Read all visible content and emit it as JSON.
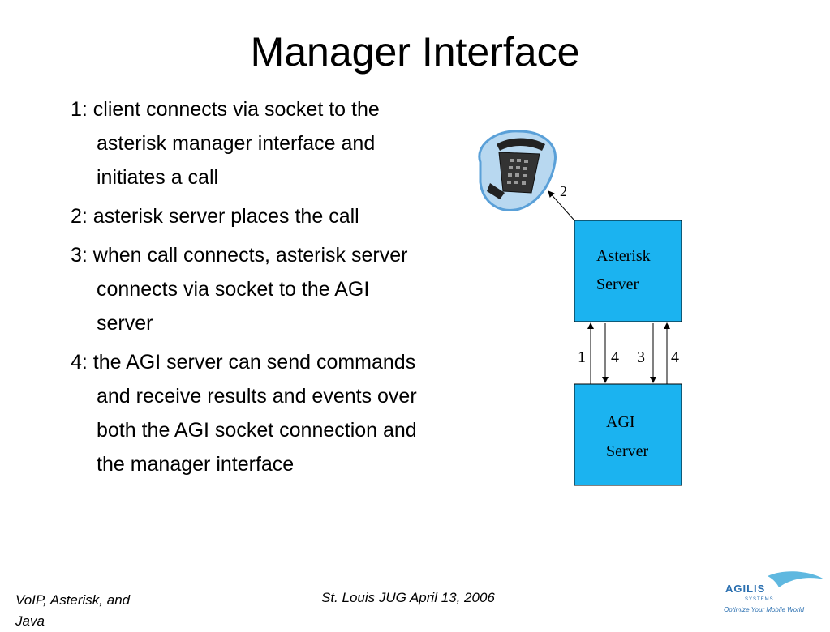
{
  "slide": {
    "title": "Manager Interface",
    "bullets": [
      "1: client connects via socket to the asterisk manager interface and initiates a call",
      "2: asterisk server places the call",
      "3: when call connects, asterisk server connects via socket to the AGI server",
      "4: the AGI server can send commands and receive results and events over both the AGI socket connection and the manager interface"
    ]
  },
  "diagram": {
    "phone_label": "2",
    "asterisk_box": {
      "line1": "Asterisk",
      "line2": "Server"
    },
    "agi_box": {
      "line1": "AGI",
      "line2": "Server"
    },
    "arrow_labels": [
      "1",
      "4",
      "3",
      "4"
    ],
    "box_color": "#1bb3f0"
  },
  "footer": {
    "left": "VoIP, Asterisk, and Java",
    "center": "St. Louis JUG   April 13, 2006"
  },
  "logo": {
    "name": "AGILIS",
    "sub": "SYSTEMS",
    "tagline": "Optimize Your Mobile World"
  }
}
